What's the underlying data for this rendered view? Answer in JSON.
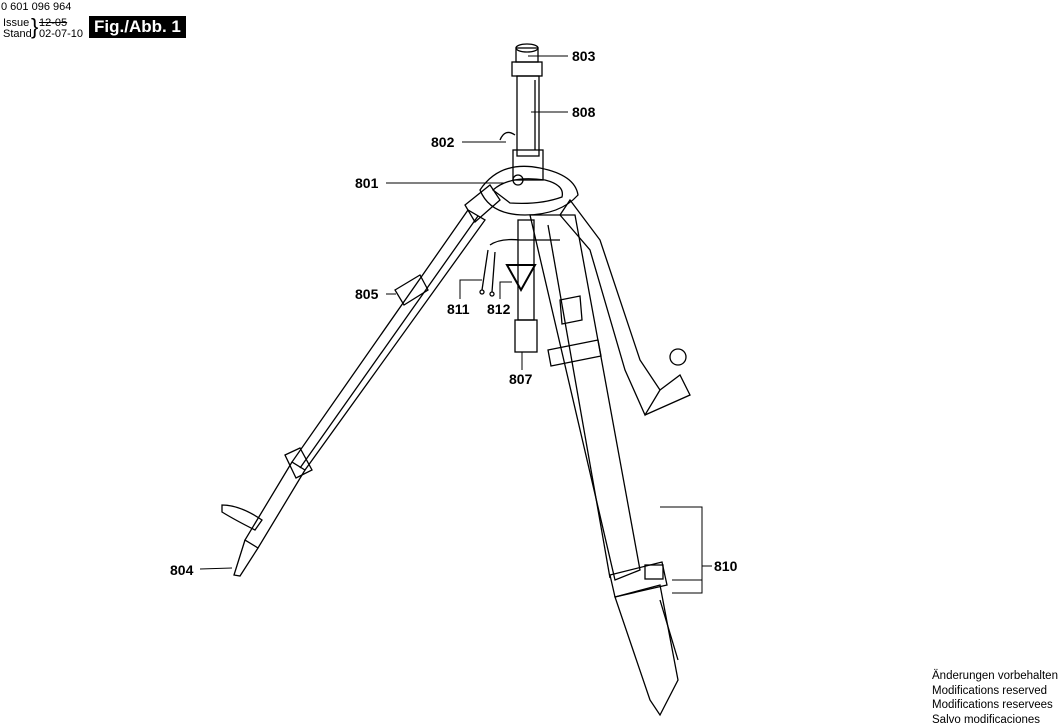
{
  "header": {
    "part_number": "0 601 096 964",
    "issue_label": "Issue",
    "stand_label": "Stand",
    "issue_old": "12-05",
    "issue_date": "02-07-10",
    "figure_label": "Fig./Abb. 1"
  },
  "callouts": {
    "c803": "803",
    "c808": "808",
    "c802": "802",
    "c801": "801",
    "c805": "805",
    "c811": "811",
    "c812": "812",
    "c807": "807",
    "c804": "804",
    "c810": "810"
  },
  "footer": {
    "lines": [
      "Änderungen vorbehalten",
      "Modifications reserved",
      "Modifications reservees",
      "Salvo modificaciones"
    ]
  }
}
